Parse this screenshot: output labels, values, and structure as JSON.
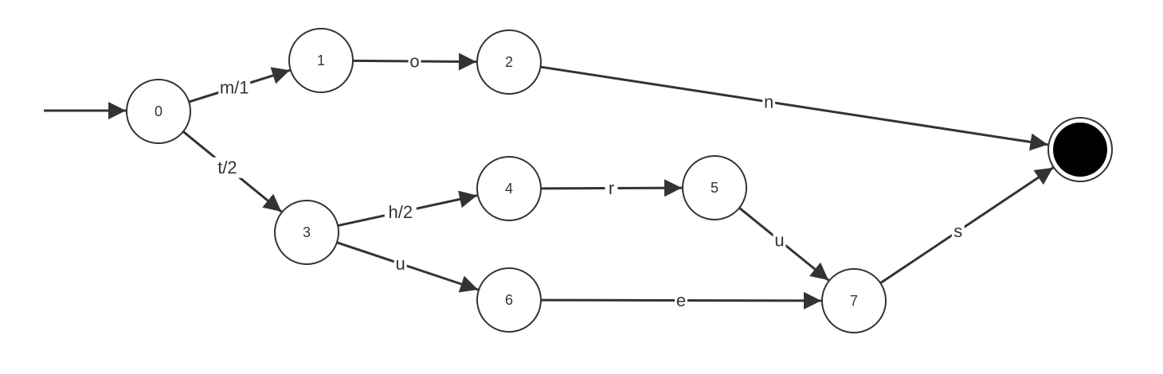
{
  "nodes": [
    {
      "id": "0",
      "label": "0"
    },
    {
      "id": "1",
      "label": "1"
    },
    {
      "id": "2",
      "label": "2"
    },
    {
      "id": "3",
      "label": "3"
    },
    {
      "id": "4",
      "label": "4"
    },
    {
      "id": "5",
      "label": "5"
    },
    {
      "id": "6",
      "label": "6"
    },
    {
      "id": "7",
      "label": "7"
    },
    {
      "id": "final",
      "label": ""
    }
  ],
  "edges": [
    {
      "from": "0",
      "to": "1",
      "label": "m/1"
    },
    {
      "from": "1",
      "to": "2",
      "label": "o"
    },
    {
      "from": "2",
      "to": "final",
      "label": "n"
    },
    {
      "from": "0",
      "to": "3",
      "label": "t/2"
    },
    {
      "from": "3",
      "to": "4",
      "label": "h/2"
    },
    {
      "from": "4",
      "to": "5",
      "label": "r"
    },
    {
      "from": "5",
      "to": "7",
      "label": "u"
    },
    {
      "from": "3",
      "to": "6",
      "label": "u"
    },
    {
      "from": "6",
      "to": "7",
      "label": "e"
    },
    {
      "from": "7",
      "to": "final",
      "label": "s"
    }
  ],
  "start_node": "0",
  "final_node": "final",
  "colors": {
    "stroke": "#333333",
    "final_fill": "#000000",
    "background": "#ffffff"
  }
}
